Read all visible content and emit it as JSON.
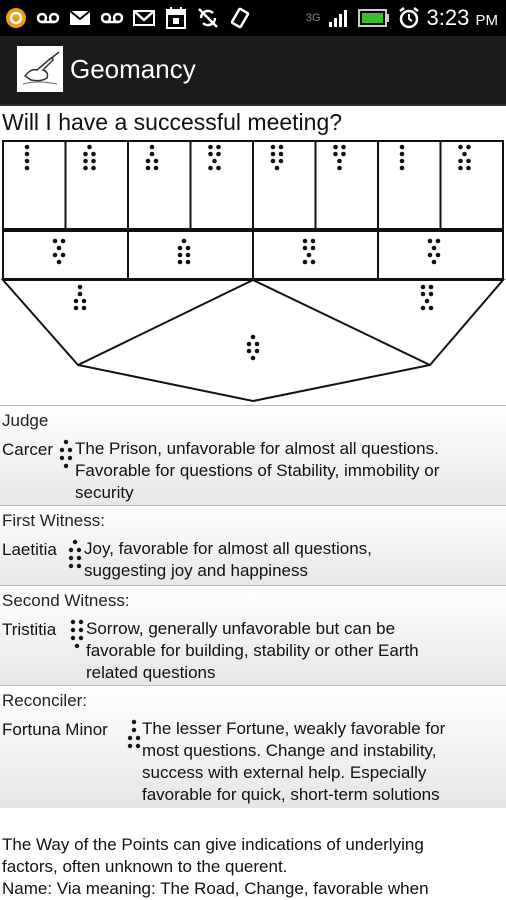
{
  "status_bar": {
    "time": "3:23",
    "ampm": "PM",
    "network": "3G",
    "left_icons": [
      "app-notification-icon",
      "voicemail-icon",
      "mail-icon",
      "voicemail-icon",
      "gmail-icon",
      "calendar-icon",
      "sync-off-icon",
      "screen-rotate-icon"
    ],
    "right_icons": [
      "signal-icon",
      "battery-icon",
      "alarm-icon"
    ]
  },
  "action_bar": {
    "title": "Geomancy",
    "icon": "app-logo-hand-icon"
  },
  "question": "Will I have a successful meeting?",
  "chart_data": {
    "type": "diagram",
    "mothers_daughters": [
      [
        1,
        1,
        1,
        1
      ],
      [
        1,
        2,
        2,
        2
      ],
      [
        1,
        1,
        2,
        2
      ],
      [
        2,
        2,
        1,
        2
      ],
      [
        2,
        2,
        2,
        1
      ],
      [
        2,
        2,
        1,
        1
      ],
      [
        1,
        1,
        1,
        1
      ],
      [
        2,
        1,
        2,
        2
      ]
    ],
    "nieces": [
      [
        2,
        1,
        2,
        1
      ],
      [
        1,
        2,
        2,
        2
      ],
      [
        2,
        2,
        1,
        2
      ],
      [
        2,
        1,
        2,
        1
      ]
    ],
    "witnesses": [
      [
        1,
        1,
        2,
        2
      ],
      [
        2,
        2,
        1,
        2
      ]
    ],
    "judge": [
      1,
      2,
      2,
      1
    ]
  },
  "sections": [
    {
      "label": "Judge",
      "figure": "Carcer",
      "dots": [
        1,
        2,
        2,
        1
      ],
      "desc": [
        "The Prison, unfavorable for almost all questions.",
        "Favorable for questions of Stability, immobility or",
        "security"
      ]
    },
    {
      "label": "First Witness:",
      "figure": "Laetitia",
      "dots": [
        1,
        2,
        2,
        2
      ],
      "desc": [
        "Joy, favorable for almost all questions,",
        "suggesting joy and happiness"
      ]
    },
    {
      "label": "Second Witness:",
      "figure": "Tristitia",
      "dots": [
        2,
        2,
        2,
        1
      ],
      "desc": [
        "Sorrow, generally unfavorable but can be",
        "favorable for building, stability or other Earth",
        "related questions"
      ]
    },
    {
      "label": "Reconciler:",
      "figure": "Fortuna Minor",
      "dots": [
        1,
        1,
        2,
        2
      ],
      "desc": [
        "The lesser Fortune, weakly favorable for",
        "most questions.  Change and instability,",
        "success with external help. Especially",
        "favorable for quick, short-term solutions"
      ]
    }
  ],
  "footer": [
    "The Way of the Points can give indications of underlying",
    "factors, often unknown to the querent.",
    "Name: Via meaning: The Road, Change, favorable when"
  ]
}
